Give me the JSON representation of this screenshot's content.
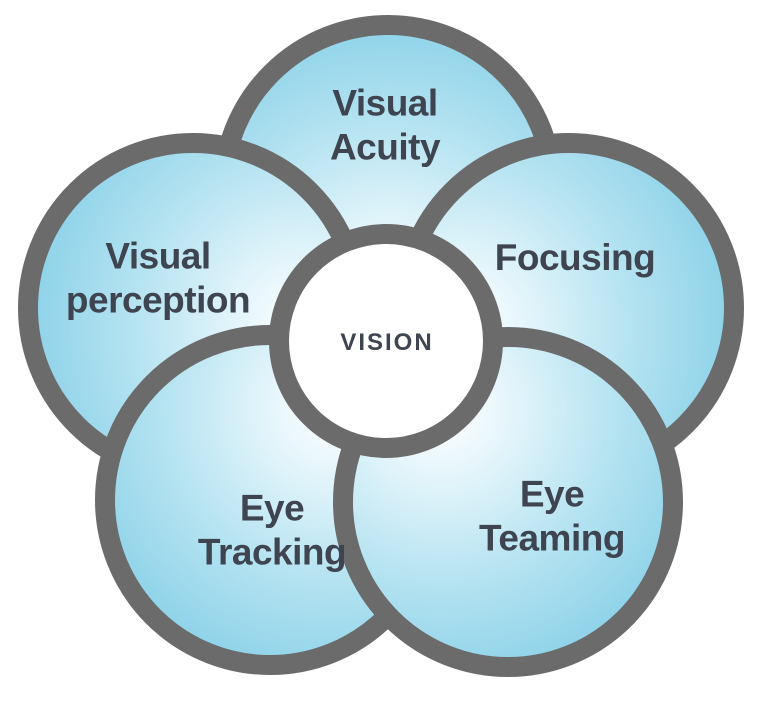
{
  "diagram": {
    "hub": {
      "label": "VISION"
    },
    "petals": [
      {
        "name": "visual-acuity",
        "line1": "Visual",
        "line2": "Acuity"
      },
      {
        "name": "focusing",
        "line1": "Focusing"
      },
      {
        "name": "eye-teaming",
        "line1": "Eye",
        "line2": "Teaming"
      },
      {
        "name": "eye-tracking",
        "line1": "Eye",
        "line2": "Tracking"
      },
      {
        "name": "visual-perception",
        "line1": "Visual",
        "line2": "perception"
      }
    ],
    "colors": {
      "border": "#6b6b6b",
      "text": "#3e4450",
      "petal_edge": "#7fcce6",
      "petal_mid": "#b5e3f1",
      "petal_inner": "#e9f7fc",
      "petal_highlight": "#ffffff",
      "background": "#ffffff"
    }
  }
}
